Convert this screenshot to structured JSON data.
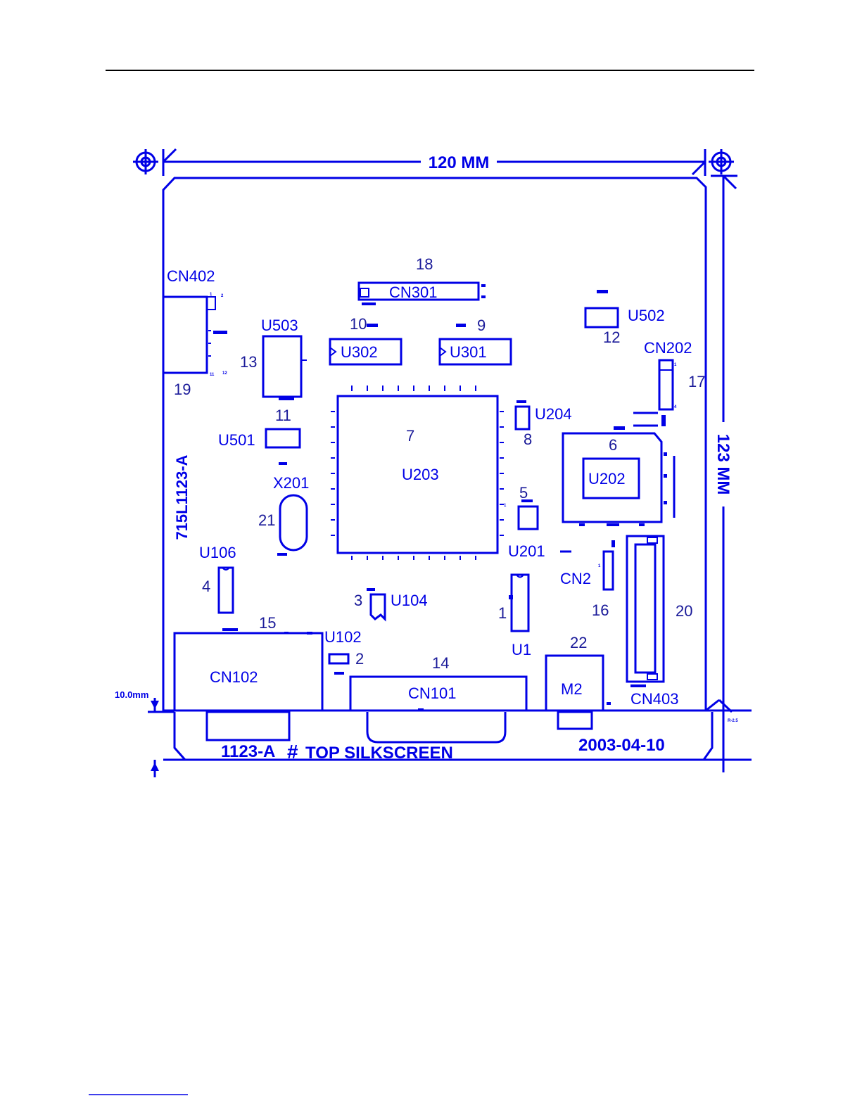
{
  "header": {
    "rule_color": "#000000"
  },
  "footer": {
    "rule_color": "#0000e6"
  },
  "drawing": {
    "ink_color": "#0000e6",
    "dim_width": "120 MM",
    "dim_height": "123 MM",
    "dim_edge": "10.0mm",
    "board_id": "715L1123-A",
    "silkscreen_title": "1123-A",
    "silkscreen_mark": "#",
    "silkscreen_note": "TOP SILKSCREEN",
    "date": "2003-04-10",
    "components": [
      {
        "ref": "CN402"
      },
      {
        "ref": "CN301"
      },
      {
        "ref": "U503"
      },
      {
        "ref": "U302"
      },
      {
        "ref": "U301"
      },
      {
        "ref": "U502"
      },
      {
        "ref": "CN202"
      },
      {
        "ref": "U204"
      },
      {
        "ref": "U501"
      },
      {
        "ref": "U203"
      },
      {
        "ref": "U202"
      },
      {
        "ref": "X201"
      },
      {
        "ref": "U106"
      },
      {
        "ref": "U201"
      },
      {
        "ref": "CN2"
      },
      {
        "ref": "U104"
      },
      {
        "ref": "U1"
      },
      {
        "ref": "CN102"
      },
      {
        "ref": "U102"
      },
      {
        "ref": "CN101"
      },
      {
        "ref": "M2"
      },
      {
        "ref": "CN403"
      }
    ],
    "callouts": [
      "1",
      "2",
      "3",
      "4",
      "5",
      "6",
      "7",
      "8",
      "9",
      "10",
      "11",
      "12",
      "13",
      "14",
      "15",
      "16",
      "17",
      "18",
      "19",
      "20",
      "21",
      "22"
    ],
    "pin_marks": {
      "cn402_a": "1",
      "cn402_b": "2",
      "cn402_c": "11",
      "cn402_d": "12",
      "cn202_a": "1",
      "cn202_b": "4",
      "cn2_pin": "1",
      "u201_pin": "1"
    }
  }
}
